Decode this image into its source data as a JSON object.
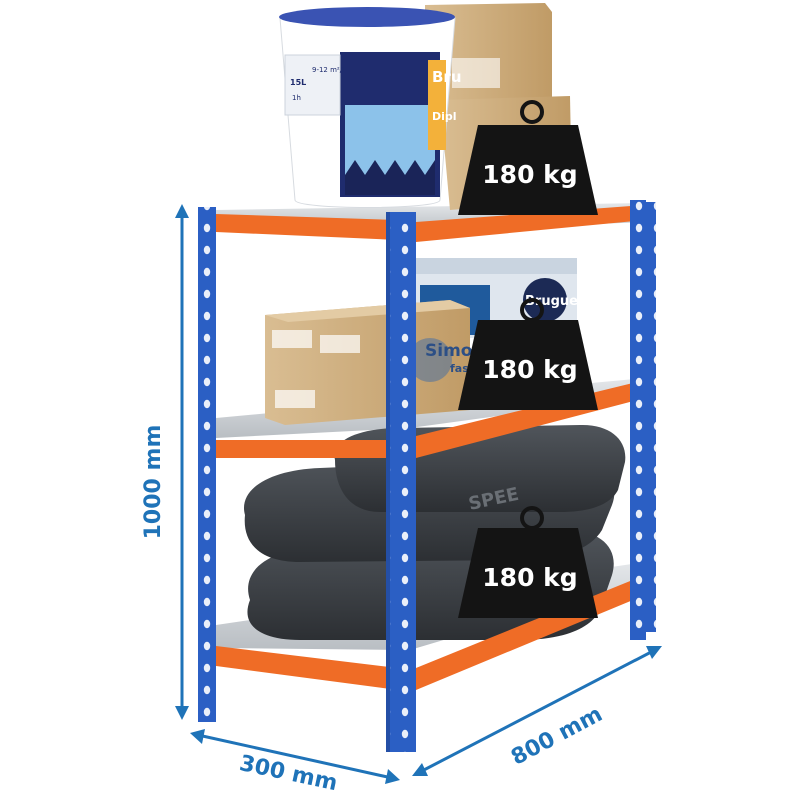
{
  "product": {
    "shelf_count": 3
  },
  "dimensions": {
    "height_label": "1000 mm",
    "width_label": "800 mm",
    "depth_label": "300 mm",
    "color": "#1f73b8"
  },
  "weights": [
    {
      "label": "180 kg"
    },
    {
      "label": "180 kg"
    },
    {
      "label": "180 kg"
    }
  ],
  "colors": {
    "upright": "#2b5fc4",
    "beam": "#ef6c26",
    "shelf": "#cfd3d6",
    "weight": "#141414",
    "cardboard": "#caa676",
    "bag": "#3b3f44"
  },
  "items": {
    "paint_bucket_brand": "Bru",
    "paint_bucket_sub": "Dipl",
    "box_brand": "Simon",
    "box_brand_sub": "fast",
    "tub_brand": "Brugue",
    "bag_print": "SPEE",
    "bucket_coverage": "9-12 m²/l",
    "bucket_size": "15L",
    "bucket_time": "1h"
  }
}
